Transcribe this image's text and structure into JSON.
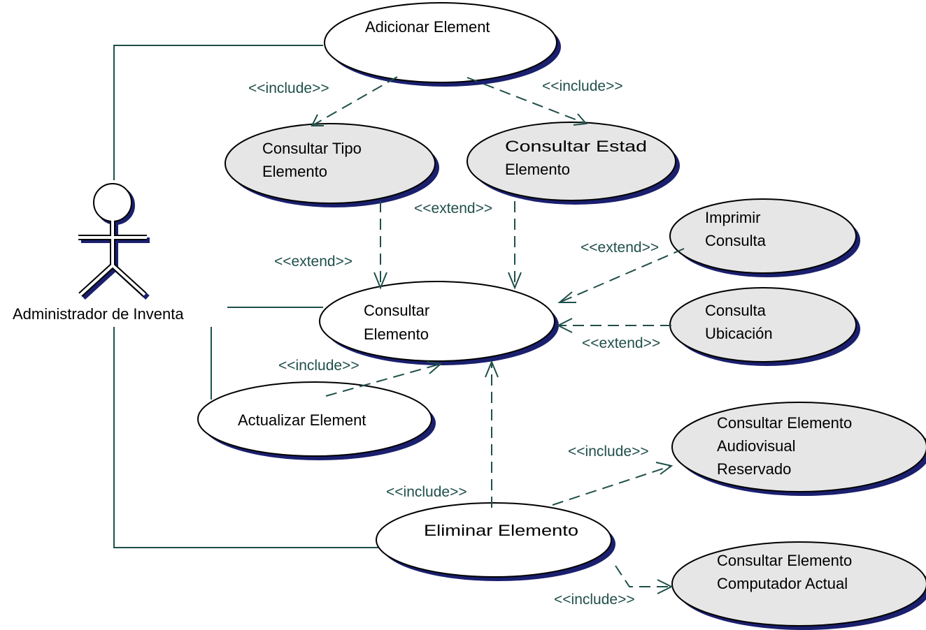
{
  "actor": {
    "name": "Administrador de Inventa"
  },
  "use_cases": {
    "adicionar": {
      "lines": [
        "Adicionar Element"
      ]
    },
    "consultar_tipo": {
      "lines": [
        "Consultar Tipo",
        "Elemento"
      ]
    },
    "consultar_estado": {
      "lines": [
        "Consultar Estad",
        "Elemento"
      ]
    },
    "imprimir": {
      "lines": [
        "Imprimir",
        "Consulta"
      ]
    },
    "consultar_elemento": {
      "lines": [
        "Consultar",
        "Elemento"
      ]
    },
    "consulta_ubicacion": {
      "lines": [
        "Consulta",
        "Ubicación"
      ]
    },
    "actualizar": {
      "lines": [
        "Actualizar Element"
      ]
    },
    "audiovisual": {
      "lines": [
        "Consultar Elemento",
        "Audiovisual",
        "Reservado"
      ]
    },
    "eliminar": {
      "lines": [
        "Eliminar Elemento"
      ]
    },
    "computador": {
      "lines": [
        "Consultar Elemento",
        "Computador Actual"
      ]
    }
  },
  "relations": {
    "include_adic_tipo": "<<include>>",
    "include_adic_estado": "<<include>>",
    "extend_estado": "<<extend>>",
    "extend_tipo": "<<extend>>",
    "extend_imprimir": "<<extend>>",
    "extend_ubicacion": "<<extend>>",
    "include_actualizar": "<<include>>",
    "include_audiovisual": "<<include>>",
    "include_eliminar": "<<include>>",
    "include_computador": "<<include>>"
  },
  "colors": {
    "line": "#1f4f4a",
    "shadow": "#1a1f6e",
    "use_case_fill_white": "#ffffff",
    "use_case_fill_gray": "#e6e6e6"
  }
}
